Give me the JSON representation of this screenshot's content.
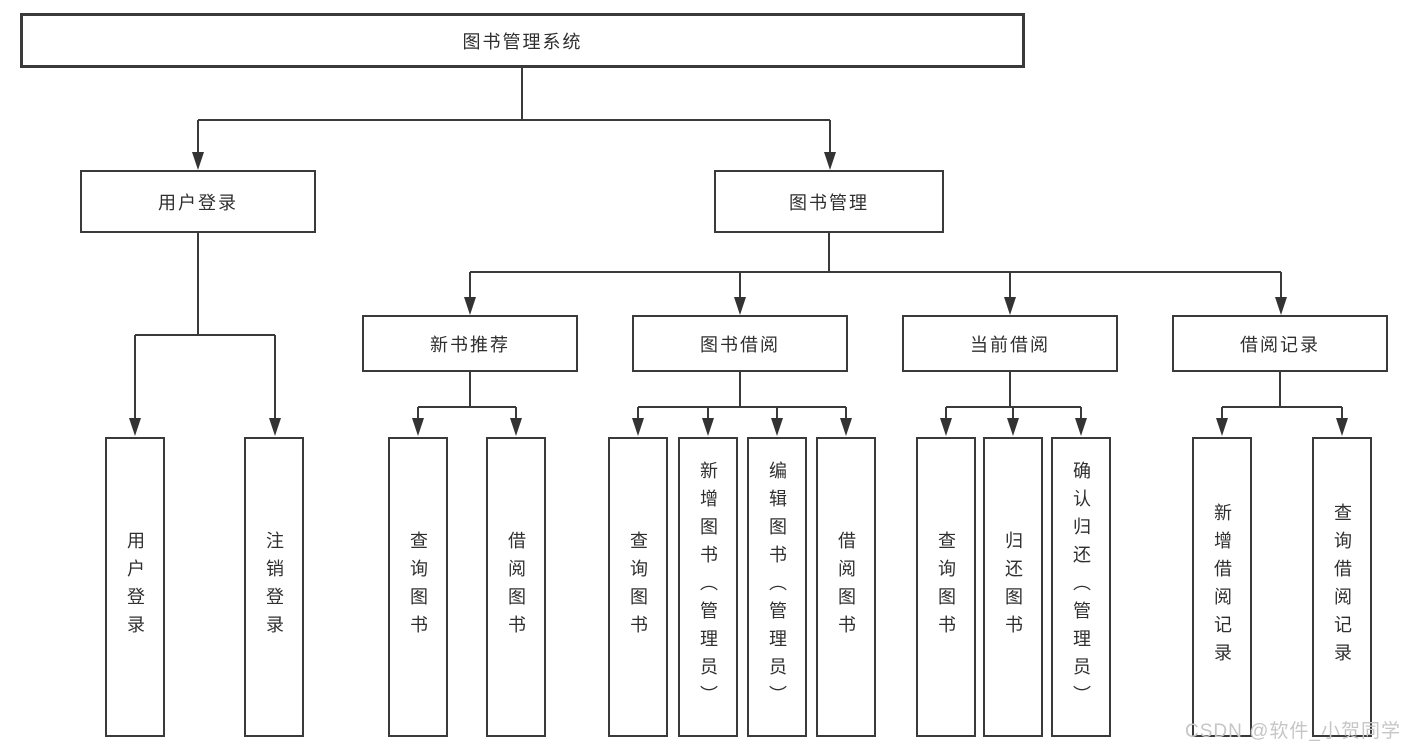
{
  "diagram": {
    "title": "图书管理系统",
    "branches": [
      {
        "label": "用户登录",
        "children": [
          {
            "label": "用户登录"
          },
          {
            "label": "注销登录"
          }
        ]
      },
      {
        "label": "图书管理",
        "groups": [
          {
            "label": "新书推荐",
            "children": [
              {
                "label": "查询图书"
              },
              {
                "label": "借阅图书"
              }
            ]
          },
          {
            "label": "图书借阅",
            "children": [
              {
                "label": "查询图书"
              },
              {
                "label": "新增图书（管理员）"
              },
              {
                "label": "编辑图书（管理员）"
              },
              {
                "label": "借阅图书"
              }
            ]
          },
          {
            "label": "当前借阅",
            "children": [
              {
                "label": "查询图书"
              },
              {
                "label": "归还图书"
              },
              {
                "label": "确认归还（管理员）"
              }
            ]
          },
          {
            "label": "借阅记录",
            "children": [
              {
                "label": "新增借阅记录"
              },
              {
                "label": "查询借阅记录"
              }
            ]
          }
        ]
      }
    ]
  },
  "style": {
    "line_color": "#3a3a3a",
    "border_color": "#3a3a3a",
    "text_color": "#2f2f2f",
    "background_color": "#ffffff",
    "watermark_color": "#c6c6c6"
  },
  "watermark": {
    "text": "CSDN @软件_小贺同学"
  }
}
